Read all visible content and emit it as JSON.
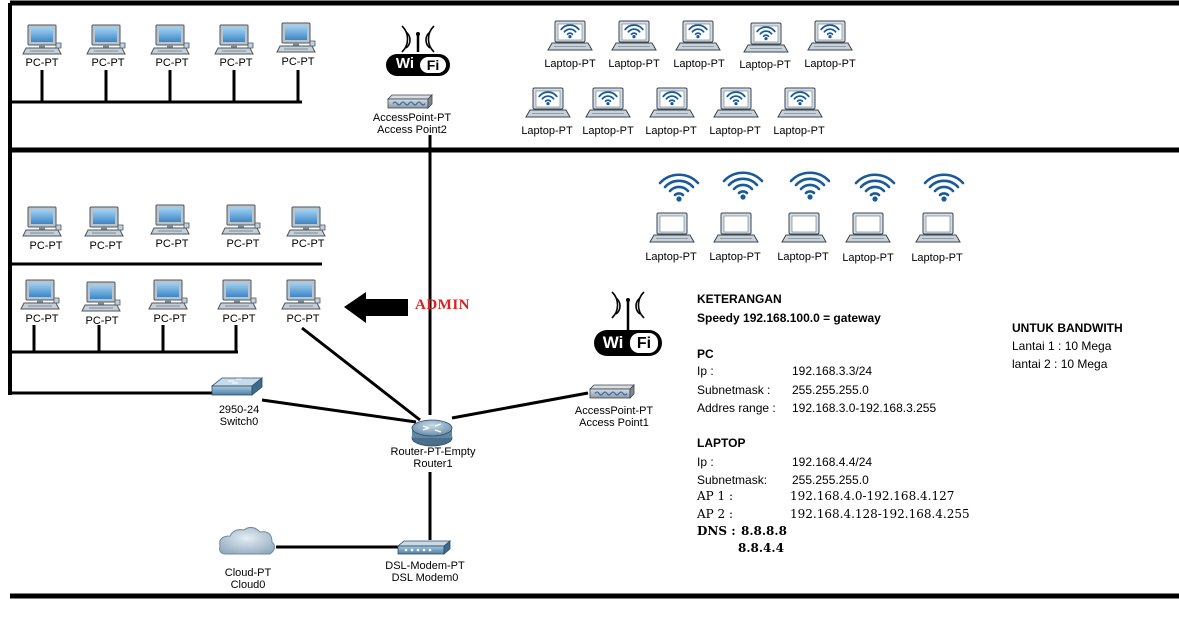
{
  "colors": {
    "line": "#000000",
    "admin": "#e02020",
    "device": "#4a88b8",
    "signal": "#1a5a9a"
  },
  "labels": {
    "pc": "PC-PT",
    "laptop": "Laptop-PT",
    "switch": [
      "2950-24",
      "Switch0"
    ],
    "router": [
      "Router-PT-Empty",
      "Router1"
    ],
    "ap1": [
      "AccessPoint-PT",
      "Access Point1"
    ],
    "ap2": [
      "AccessPoint-PT",
      "Access Point2"
    ],
    "modem": [
      "DSL-Modem-PT",
      "DSL Modem0"
    ],
    "cloud": [
      "Cloud-PT",
      "Cloud0"
    ],
    "admin": "ADMIN",
    "wifi_logo": "WiFi"
  },
  "keterangan": {
    "title": "KETERANGAN",
    "speedy": "Speedy 192.168.100.0 = gateway",
    "pc_title": "PC",
    "pc_ip_label": "Ip :",
    "pc_ip": "192.168.3.3/24",
    "pc_mask_label": "Subnetmask :",
    "pc_mask": "255.255.255.0",
    "pc_range_label": "Addres range :",
    "pc_range": "192.168.3.0-192.168.3.255",
    "laptop_title": "LAPTOP",
    "lap_ip_label": "Ip :",
    "lap_ip": "192.168.4.4/24",
    "lap_mask_label": "Subnetmask:",
    "lap_mask": "255.255.255.0",
    "ap1_label": "AP 1 :",
    "ap1": "192.168.4.0-192.168.4.127",
    "ap2_label": "AP 2 :",
    "ap2": "192.168.4.128-192.168.4.255",
    "dns_label": "DNS :",
    "dns1": "8.8.8.8",
    "dns2": "8.8.4.4"
  },
  "bandwidth": {
    "title": "UNTUK BANDWITH",
    "line1": "Lantai 1 : 10 Mega",
    "line2": "lantai 2 : 10 Mega"
  }
}
